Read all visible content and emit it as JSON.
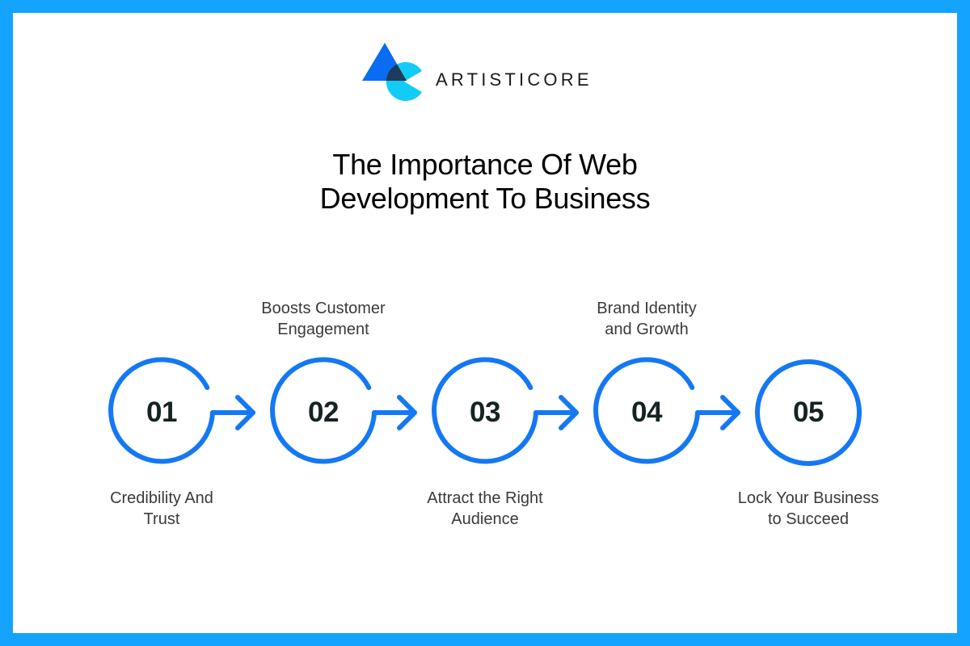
{
  "brand": {
    "name": "ARTISTICORE",
    "logo_icon": "triangle-circle-logo-icon",
    "colors": {
      "frame": "#14A3FF",
      "triangle": "#0A6CF0",
      "circle": "#12CCF5",
      "overlap": "#1E3A5C"
    }
  },
  "title": {
    "line1": "The Importance Of Web",
    "line2": "Development To Business"
  },
  "accent_color": "#1478F5",
  "steps": [
    {
      "number": "01",
      "label_line1": "Credibility And",
      "label_line2": "Trust",
      "label_position": "bottom"
    },
    {
      "number": "02",
      "label_line1": "Boosts Customer",
      "label_line2": "Engagement",
      "label_position": "top"
    },
    {
      "number": "03",
      "label_line1": "Attract the Right",
      "label_line2": "Audience",
      "label_position": "bottom"
    },
    {
      "number": "04",
      "label_line1": "Brand Identity",
      "label_line2": "and Growth",
      "label_position": "top"
    },
    {
      "number": "05",
      "label_line1": "Lock Your Business",
      "label_line2": "to Succeed",
      "label_position": "bottom"
    }
  ]
}
